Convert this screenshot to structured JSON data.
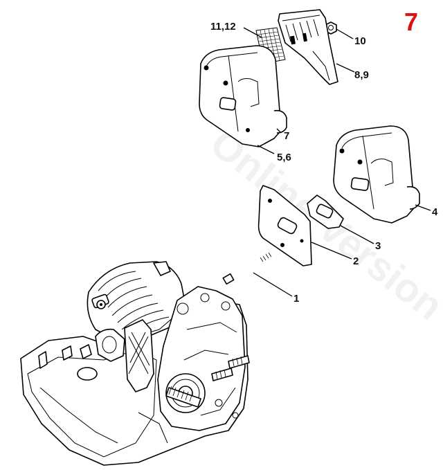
{
  "page_number": "7",
  "accent_color": "#e01010",
  "watermark": "Online Version",
  "callouts": {
    "c1": "1",
    "c2": "2",
    "c3": "3",
    "c4": "4",
    "c56": "5,6",
    "c7": "7",
    "c89": "8,9",
    "c10": "10",
    "c1112": "11,12"
  }
}
